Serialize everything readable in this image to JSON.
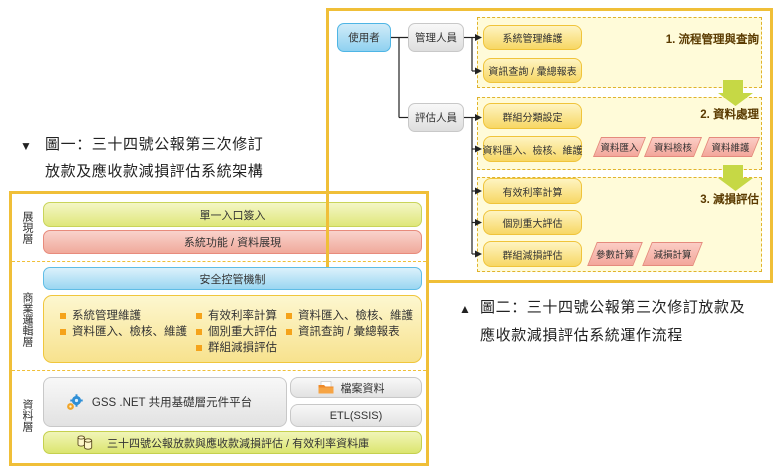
{
  "colors": {
    "frame": "#f0bf38",
    "bullet": "#f5a31a",
    "step_title": "#5a3a00",
    "flow_arrow": "#c6d845"
  },
  "figure1": {
    "caption": {
      "marker": "▼",
      "line1": "圖一：三十四號公報第三次修訂",
      "line2": "放款及應收款減損評估系統架構"
    },
    "presentation_layer": {
      "label": "展現層",
      "bars": [
        "單一入口簽入",
        "系統功能 / 資料展現"
      ]
    },
    "business_layer": {
      "label": "商業邏輯層",
      "security_bar": "安全控管機制",
      "columns": [
        [
          "系統管理維護",
          "資料匯入、檢核、維護"
        ],
        [
          "有效利率計算",
          "個別重大評估",
          "群組減損評估"
        ],
        [
          "資料匯入、檢核、維護",
          "資訊查詢 / 彙總報表"
        ]
      ]
    },
    "data_layer": {
      "label": "資料層",
      "platform": "GSS .NET 共用基礎層元件平台",
      "file_data": "檔案資料",
      "etl": "ETL(SSIS)",
      "database": "三十四號公報放款與應收款減損評估 / 有效利率資料庫"
    }
  },
  "figure2": {
    "caption": {
      "marker": "▲",
      "line1": "圖二：三十四號公報第三次修訂放款及",
      "line2": "應收款減損評估系統運作流程"
    },
    "user": "使用者",
    "roles": [
      "管理人員",
      "評估人員"
    ],
    "steps": [
      {
        "title": "1. 流程管理與查詢",
        "items": [
          {
            "label": "系統管理維護"
          },
          {
            "label": "資訊查詢 / 彙總報表"
          }
        ]
      },
      {
        "title": "2. 資料處理",
        "items": [
          {
            "label": "群組分類設定"
          },
          {
            "label": "資料匯入、檢核、維護",
            "sub": [
              "資料匯入",
              "資料檢核",
              "資料維護"
            ]
          }
        ]
      },
      {
        "title": "3. 減損評估",
        "items": [
          {
            "label": "有效利率計算"
          },
          {
            "label": "個別重大評估"
          },
          {
            "label": "群組減損評估",
            "sub": [
              "參數計算",
              "減損計算"
            ]
          }
        ]
      }
    ]
  }
}
